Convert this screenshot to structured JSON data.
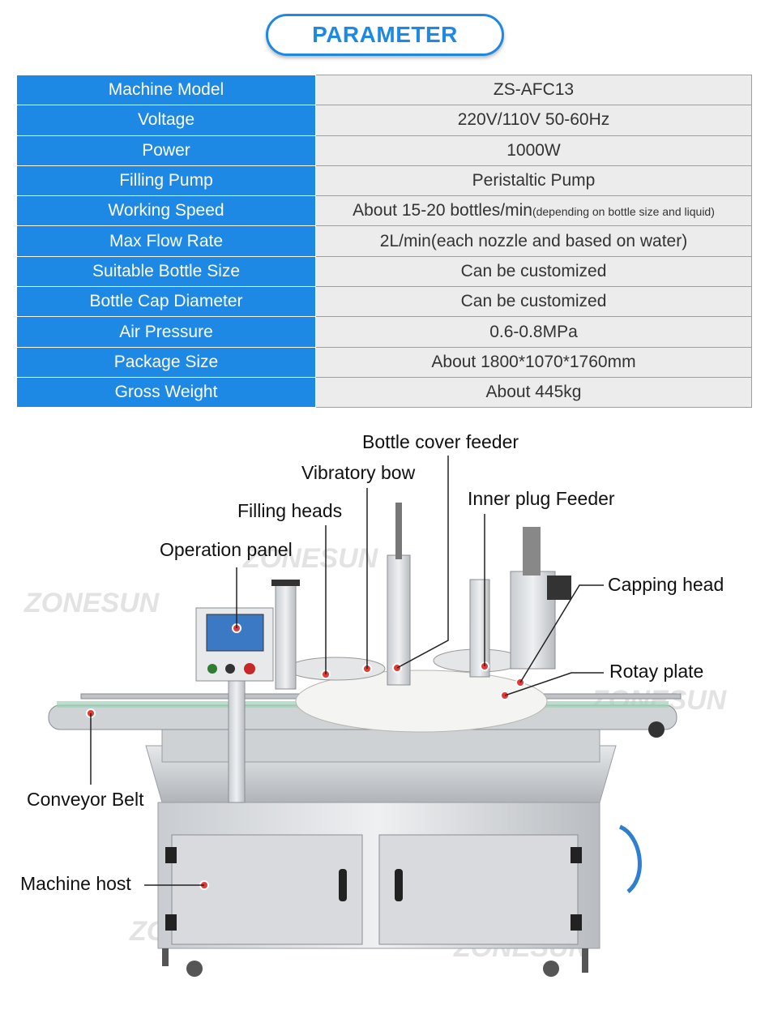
{
  "title": "PARAMETER",
  "params": [
    {
      "key": "Machine Model",
      "value": "ZS-AFC13"
    },
    {
      "key": "Voltage",
      "value": "220V/110V 50-60Hz"
    },
    {
      "key": "Power",
      "value": "1000W"
    },
    {
      "key": "Filling Pump",
      "value": "Peristaltic Pump"
    },
    {
      "key": "Working Speed",
      "value": "About 15-20 bottles/min",
      "note": "(depending on bottle size and liquid)"
    },
    {
      "key": "Max Flow Rate",
      "value": "2L/min(each nozzle and based on water)"
    },
    {
      "key": "Suitable Bottle Size",
      "value": "Can be customized"
    },
    {
      "key": "Bottle Cap Diameter",
      "value": "Can be customized"
    },
    {
      "key": "Air Pressure",
      "value": "0.6-0.8MPa"
    },
    {
      "key": "Package Size",
      "value": "About 1800*1070*1760mm"
    },
    {
      "key": "Gross Weight",
      "value": "About 445kg"
    }
  ],
  "labels": {
    "bottle_cover_feeder": "Bottle cover feeder",
    "vibratory_bow": "Vibratory bow",
    "filling_heads": "Filling heads",
    "inner_plug_feeder": "Inner plug Feeder",
    "operation_panel": "Operation panel",
    "capping_head": "Capping head",
    "rotay_plate": "Rotay plate",
    "conveyor_belt": "Conveyor Belt",
    "machine_host": "Machine host"
  },
  "watermark": "ZONESUN",
  "colors": {
    "accent": "#1e88e5",
    "marker": "#e53935"
  }
}
